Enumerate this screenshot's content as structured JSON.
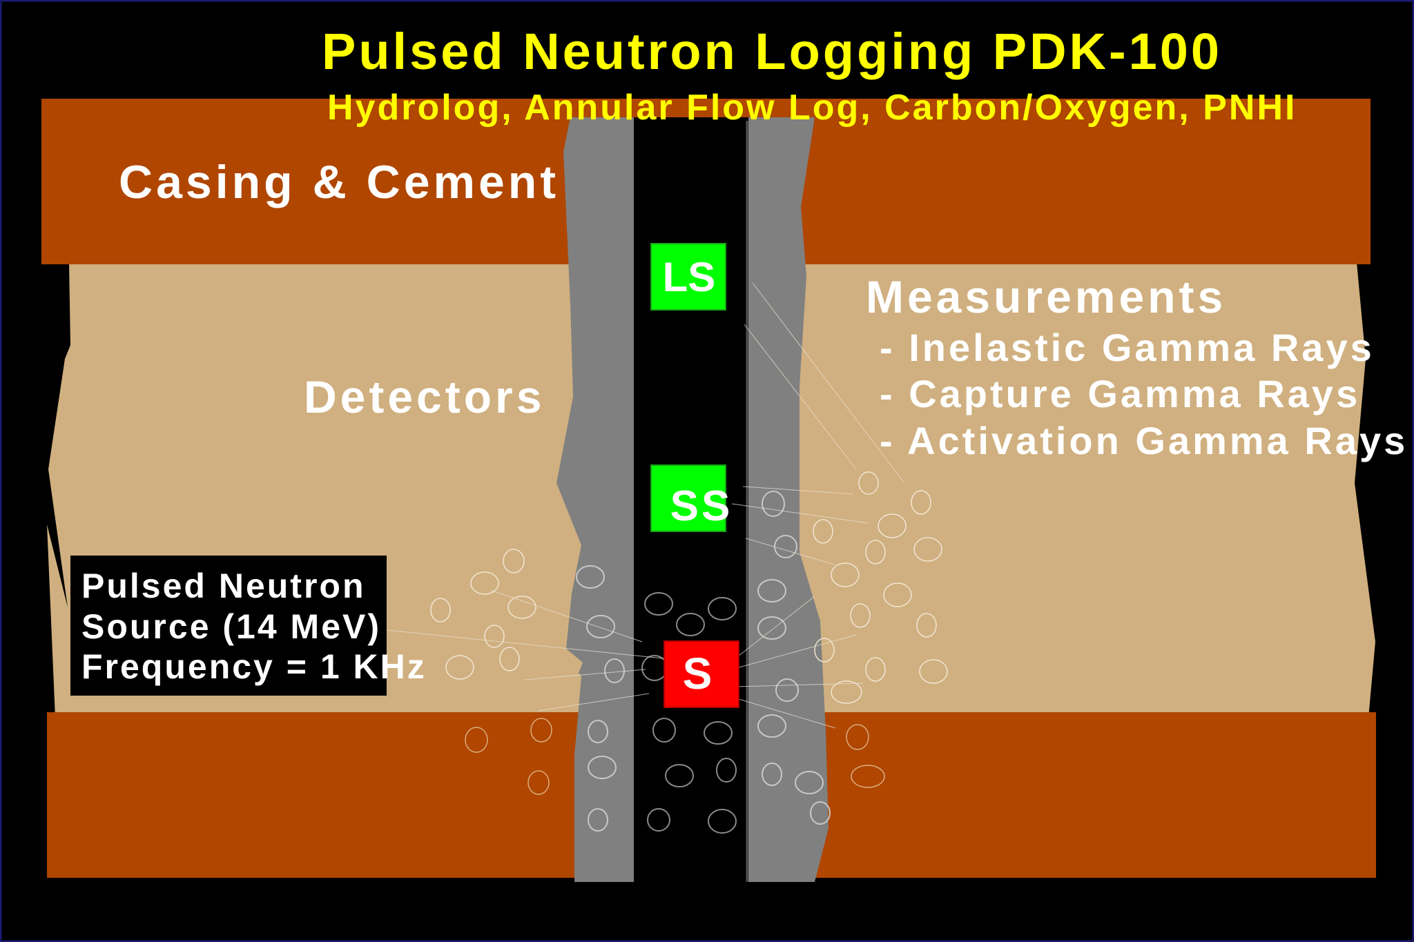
{
  "title": "Pulsed Neutron Logging PDK-100",
  "subtitle": "Hydrolog, Annular Flow Log, Carbon/Oxygen, PNHI",
  "labels": {
    "casing_cement": "Casing & Cement",
    "detectors": "Detectors",
    "measurements_heading": "Measurements",
    "measurements": [
      "- Inelastic Gamma Rays",
      "- Capture Gamma Rays",
      "- Activation Gamma Rays"
    ],
    "source_lines": [
      "Pulsed Neutron",
      "Source (14 MeV)",
      "Frequency = 1 KHz"
    ]
  },
  "markers": {
    "long_spaced": "LS",
    "short_spaced": "SS",
    "source": "S"
  },
  "colors": {
    "border": "#1a1a6e",
    "background": "#000000",
    "formation_brown": "#b04600",
    "formation_tan": "#d0b080",
    "cement_gray": "#808080",
    "title_yellow": "#ffff00",
    "label_white": "#ffffff",
    "detector_green": "#00ff00",
    "source_red": "#ff0000"
  }
}
